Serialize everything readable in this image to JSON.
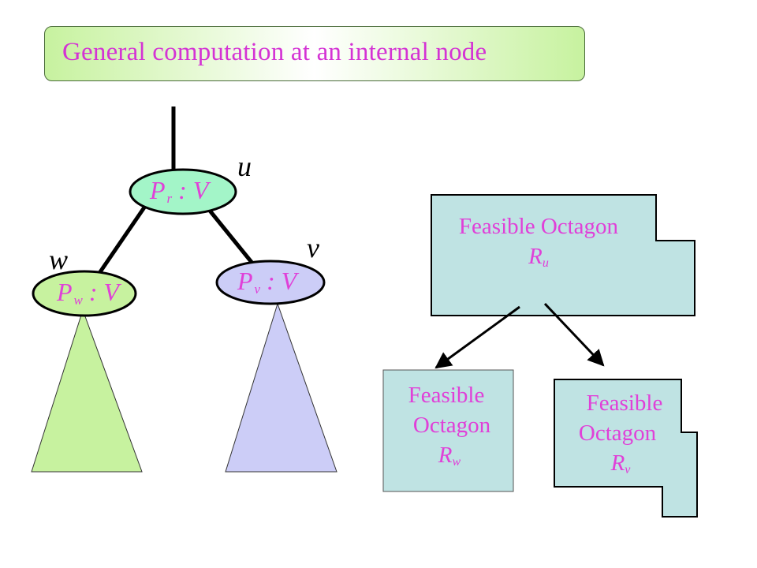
{
  "title": "General computation at an internal node",
  "tree": {
    "node_u": {
      "name": "u",
      "label_main": "P",
      "label_sub": "r",
      "label_rest": ": V"
    },
    "node_w": {
      "name": "w",
      "label_main": "P",
      "label_sub": "w",
      "label_rest": ": V"
    },
    "node_v": {
      "name": "v",
      "label_main": "P",
      "label_sub": "v",
      "label_rest": ": V"
    }
  },
  "octagons": {
    "top": {
      "line1": "Feasible Octagon",
      "main": "R",
      "sub": "u"
    },
    "left": {
      "line1": "Feasible",
      "line2": "Octagon",
      "main": "R",
      "sub": "w"
    },
    "right": {
      "line1": "Feasible",
      "line2": "Octagon",
      "main": "R",
      "sub": "v"
    }
  },
  "colors": {
    "green_fill": "#c7f29f",
    "purple_fill": "#cccdf7",
    "node_green": "#a3f5c8",
    "box_fill": "#bfe3e3",
    "text_pink": "#e040d8"
  }
}
